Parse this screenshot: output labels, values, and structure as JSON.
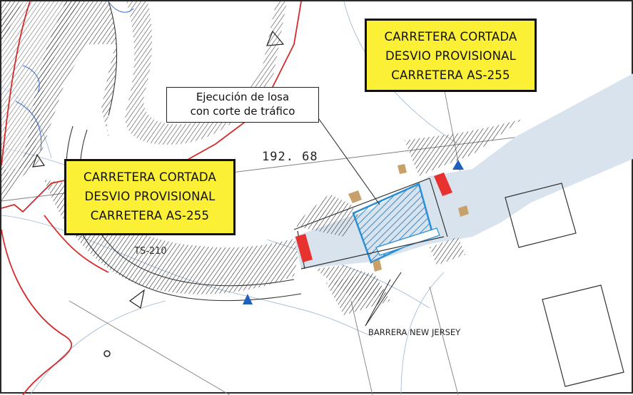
{
  "map": {
    "signs": [
      {
        "lines": [
          "CARRETERA CORTADA",
          "DESVIO PROVISIONAL",
          "CARRETERA AS-255"
        ]
      },
      {
        "lines": [
          "CARRETERA CORTADA",
          "DESVIO PROVISIONAL",
          "CARRETERA AS-255"
        ]
      }
    ],
    "callout": {
      "lines": [
        "Ejecución de losa",
        "con corte de tráfico"
      ]
    },
    "elevation_label": "192. 68",
    "axis_label": "TS-210",
    "barrier_label": "BARRERA NEW JERSEY",
    "colors": {
      "sign_fill": "#fbf036",
      "road_fill": "#d8e3ee",
      "slab_hatch": "#2a8fd6",
      "barrier_red": "#e8322f",
      "boundary_red": "#d42a2a",
      "marker_blue": "#1f5fbf"
    }
  }
}
